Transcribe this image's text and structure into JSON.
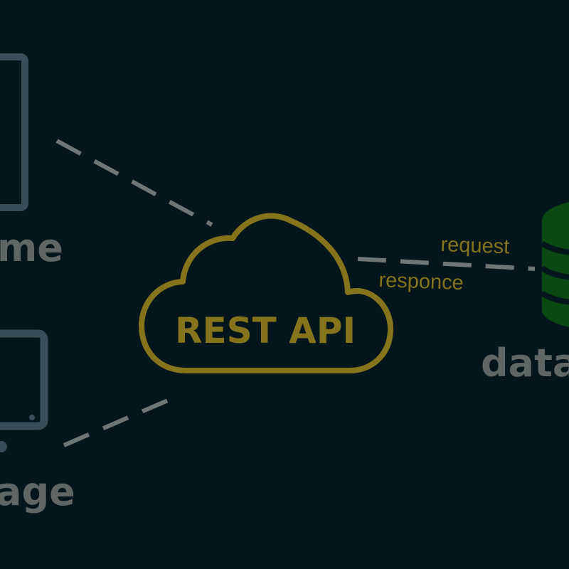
{
  "nodes": {
    "top_device_label": "me",
    "bottom_device_label": "age",
    "database_label": "data",
    "api_label": "REST API"
  },
  "connection": {
    "request_label": "request",
    "response_label": "responce"
  },
  "colors": {
    "background": "#03161c",
    "device": "#384e58",
    "connector": "#6f7776",
    "cloud": "#85741c",
    "database": "#0a4a12",
    "database_stripe": "#03161c",
    "label_grey": "#5f6663"
  }
}
